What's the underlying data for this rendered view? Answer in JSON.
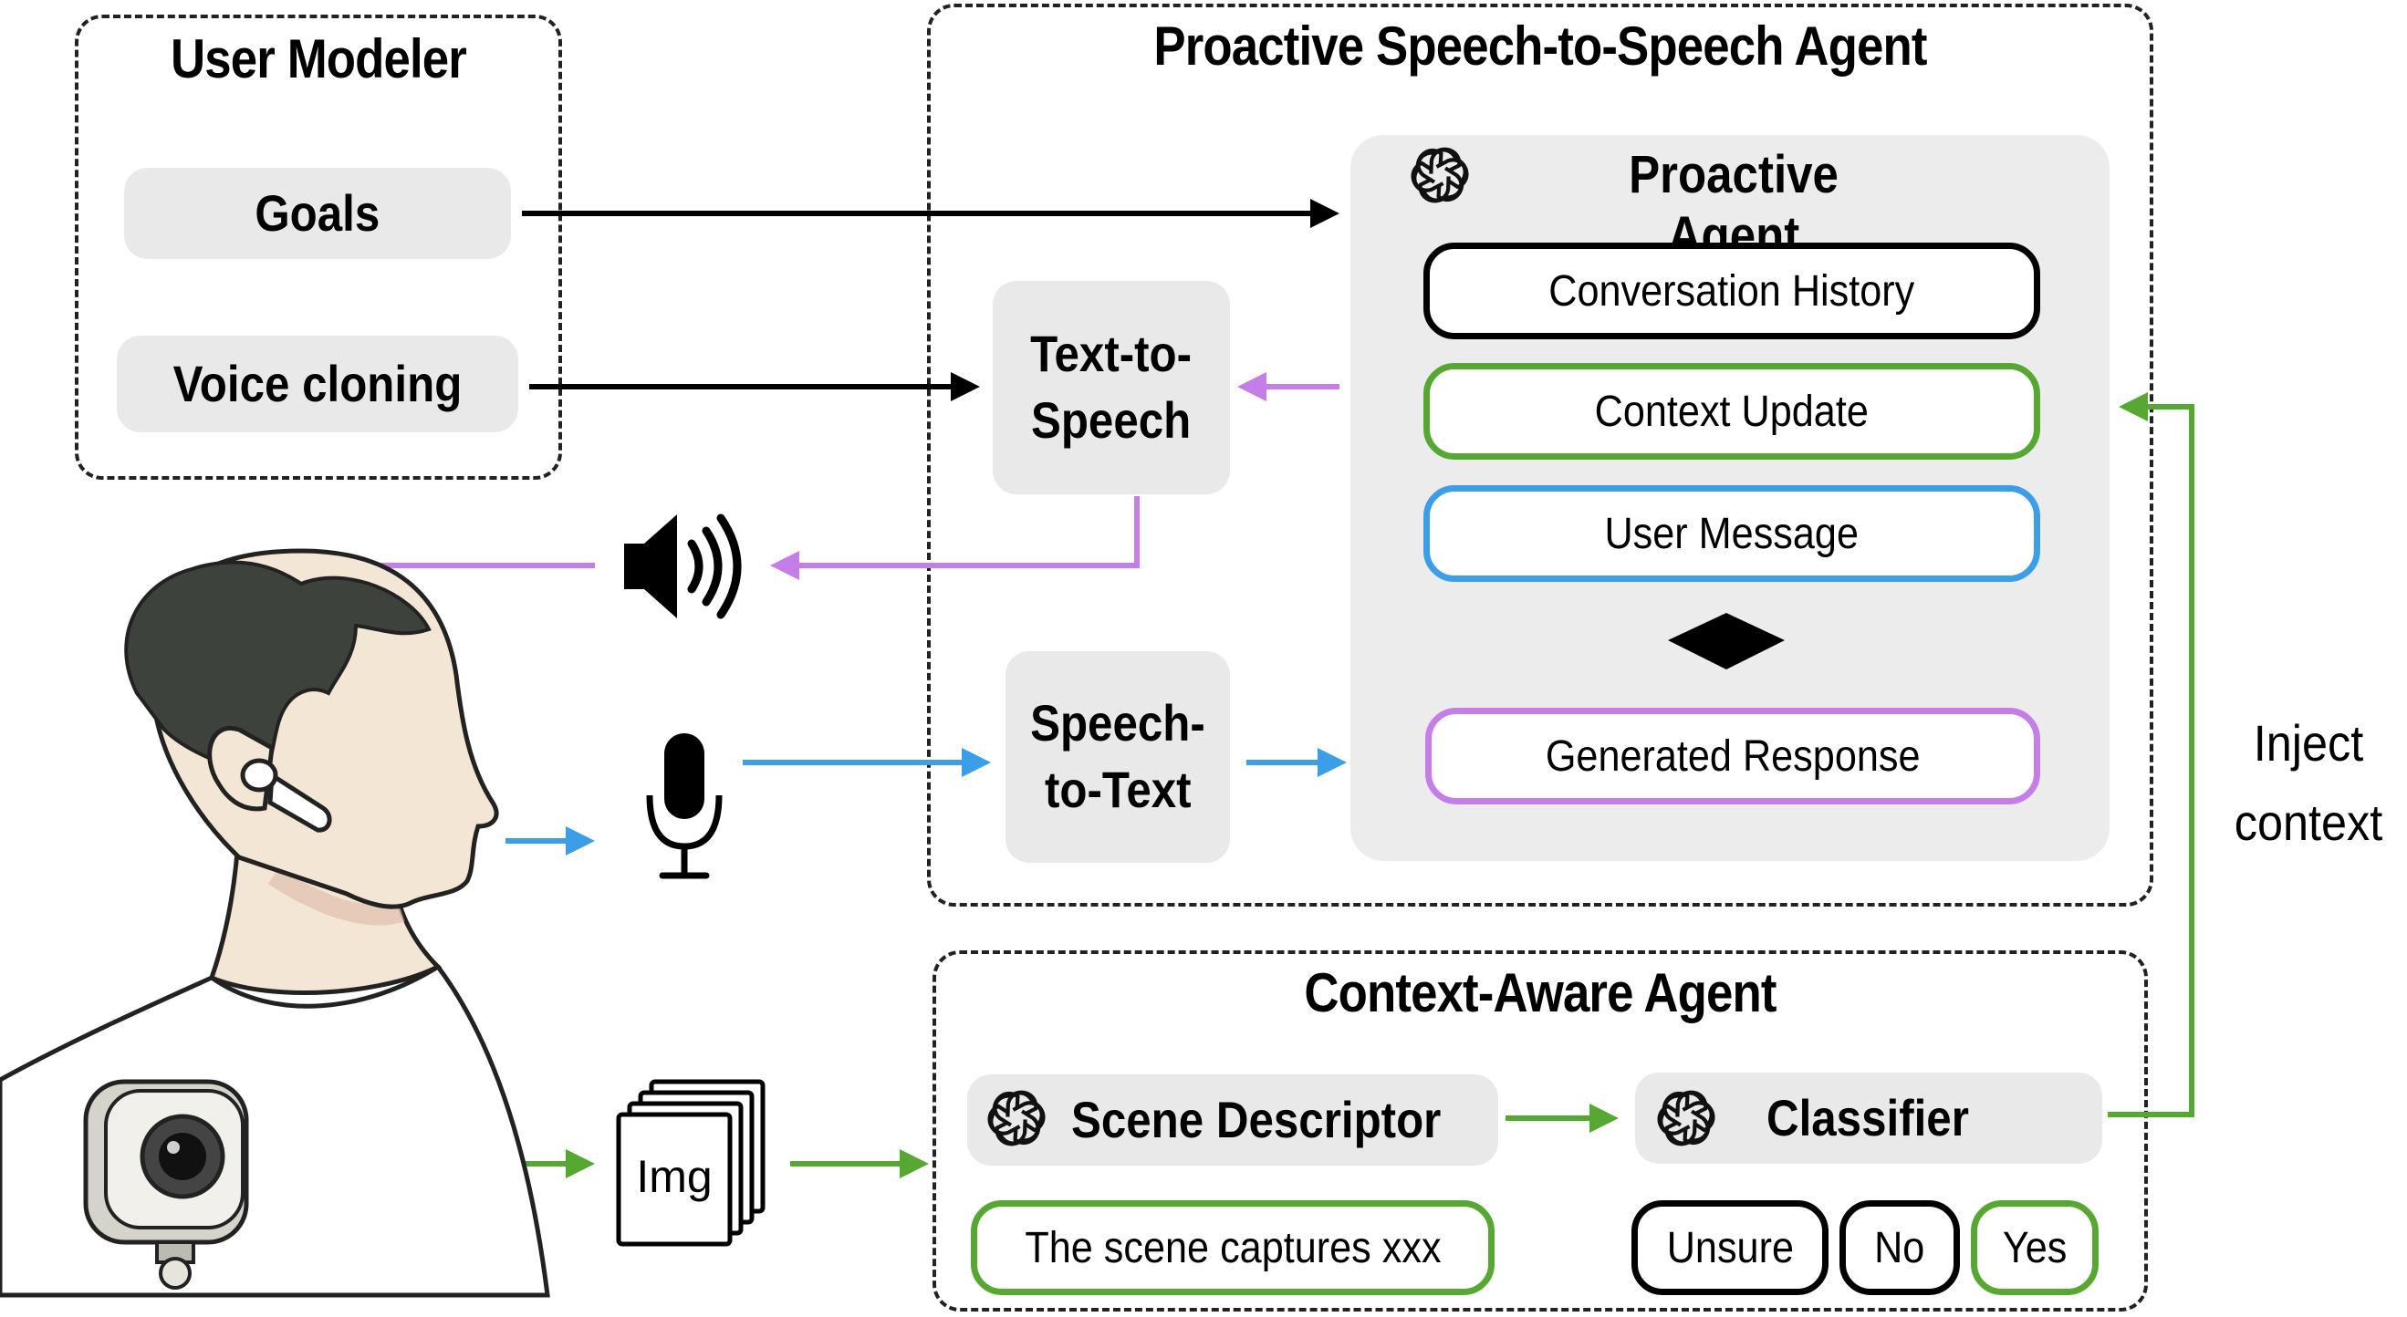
{
  "user_modeler": {
    "title": "User Modeler",
    "goals": "Goals",
    "voice_cloning": "Voice cloning"
  },
  "speech_agent": {
    "title": "Proactive Speech-to-Speech Agent",
    "tts_line1": "Text-to-",
    "tts_line2": "Speech",
    "stt_line1": "Speech-",
    "stt_line2": "to-Text",
    "proactive": {
      "title": "Proactive Agent",
      "conversation_history": "Conversation History",
      "context_update": "Context Update",
      "user_message": "User Message",
      "generated_response": "Generated Response"
    }
  },
  "context_agent": {
    "title": "Context-Aware Agent",
    "scene_descriptor": "Scene Descriptor",
    "classifier": "Classifier",
    "scene_output": "The scene captures xxx",
    "options": [
      "Unsure",
      "No",
      "Yes"
    ]
  },
  "img_label": "Img",
  "inject_line1": "Inject",
  "inject_line2": "context",
  "colors": {
    "black": "#000000",
    "green": "#57a833",
    "blue": "#3d9ee8",
    "purple": "#c57ee8",
    "chip_gray": "#e9e9e9",
    "panel_gray": "#ececec"
  },
  "icons": [
    "openai-logo-icon",
    "speaker-icon",
    "microphone-icon",
    "image-stack-icon",
    "camera-icon",
    "person-with-earbud-illustration"
  ]
}
